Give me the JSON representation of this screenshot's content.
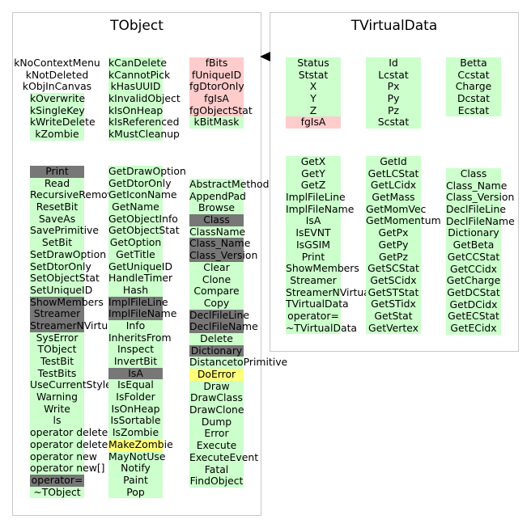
{
  "colors": {
    "method": "#ccffcc",
    "data_member": "#ffcccc",
    "overridden": "#777777",
    "highlighted": "#ffff77",
    "panel_border": "#c8c8c8"
  },
  "tobject": {
    "title": "TObject",
    "col_kbits_a": [
      {
        "text": "kNoContextMenu",
        "kind": "plain"
      },
      {
        "text": "kNotDeleted",
        "kind": "plain"
      },
      {
        "text": "kObjInCanvas",
        "kind": "plain"
      },
      {
        "text": "kOverwrite",
        "kind": "method"
      },
      {
        "text": "kSingleKey",
        "kind": "method"
      },
      {
        "text": "kWriteDelete",
        "kind": "method"
      },
      {
        "text": "kZombie",
        "kind": "method"
      }
    ],
    "col_kbits_b": [
      {
        "text": "kCanDelete",
        "kind": "method"
      },
      {
        "text": "kCannotPick",
        "kind": "method"
      },
      {
        "text": "kHasUUID",
        "kind": "method"
      },
      {
        "text": "kInvalidObject",
        "kind": "method"
      },
      {
        "text": "kIsOnHeap",
        "kind": "method"
      },
      {
        "text": "kIsReferenced",
        "kind": "method"
      },
      {
        "text": "kMustCleanup",
        "kind": "method"
      }
    ],
    "col_members": [
      {
        "text": "fBits",
        "kind": "data_member"
      },
      {
        "text": "fUniqueID",
        "kind": "data_member"
      },
      {
        "text": "fgDtorOnly",
        "kind": "data_member"
      },
      {
        "text": "fgIsA",
        "kind": "data_member"
      },
      {
        "text": "fgObjectStat",
        "kind": "data_member"
      },
      {
        "text": "kBitMask",
        "kind": "method"
      }
    ],
    "col_methods_1": [
      {
        "text": "Print",
        "kind": "overridden"
      },
      {
        "text": "Read",
        "kind": "method"
      },
      {
        "text": "RecursiveRemove",
        "kind": "method"
      },
      {
        "text": "ResetBit",
        "kind": "method"
      },
      {
        "text": "SaveAs",
        "kind": "method"
      },
      {
        "text": "SavePrimitive",
        "kind": "method"
      },
      {
        "text": "SetBit",
        "kind": "method"
      },
      {
        "text": "SetDrawOption",
        "kind": "method"
      },
      {
        "text": "SetDtorOnly",
        "kind": "method"
      },
      {
        "text": "SetObjectStat",
        "kind": "method"
      },
      {
        "text": "SetUniqueID",
        "kind": "method"
      },
      {
        "text": "ShowMembers",
        "kind": "overridden"
      },
      {
        "text": "Streamer",
        "kind": "overridden"
      },
      {
        "text": "StreamerNVirtual",
        "kind": "overridden"
      },
      {
        "text": "SysError",
        "kind": "method"
      },
      {
        "text": "TObject",
        "kind": "method"
      },
      {
        "text": "TestBit",
        "kind": "method"
      },
      {
        "text": "TestBits",
        "kind": "method"
      },
      {
        "text": "UseCurrentStyle",
        "kind": "method"
      },
      {
        "text": "Warning",
        "kind": "method"
      },
      {
        "text": "Write",
        "kind": "method"
      },
      {
        "text": "ls",
        "kind": "method"
      },
      {
        "text": "operator delete",
        "kind": "method"
      },
      {
        "text": "operator delete[]",
        "kind": "method"
      },
      {
        "text": "operator new",
        "kind": "method"
      },
      {
        "text": "operator new[]",
        "kind": "method"
      },
      {
        "text": "operator=",
        "kind": "overridden"
      },
      {
        "text": "~TObject",
        "kind": "method"
      }
    ],
    "col_methods_2": [
      {
        "text": "GetDrawOption",
        "kind": "method"
      },
      {
        "text": "GetDtorOnly",
        "kind": "method"
      },
      {
        "text": "GetIconName",
        "kind": "method"
      },
      {
        "text": "GetName",
        "kind": "method"
      },
      {
        "text": "GetObjectInfo",
        "kind": "method"
      },
      {
        "text": "GetObjectStat",
        "kind": "method"
      },
      {
        "text": "GetOption",
        "kind": "method"
      },
      {
        "text": "GetTitle",
        "kind": "method"
      },
      {
        "text": "GetUniqueID",
        "kind": "method"
      },
      {
        "text": "HandleTimer",
        "kind": "method"
      },
      {
        "text": "Hash",
        "kind": "method"
      },
      {
        "text": "ImplFileLine",
        "kind": "overridden"
      },
      {
        "text": "ImplFileName",
        "kind": "overridden"
      },
      {
        "text": "Info",
        "kind": "method"
      },
      {
        "text": "InheritsFrom",
        "kind": "method"
      },
      {
        "text": "Inspect",
        "kind": "method"
      },
      {
        "text": "InvertBit",
        "kind": "method"
      },
      {
        "text": "IsA",
        "kind": "overridden"
      },
      {
        "text": "IsEqual",
        "kind": "method"
      },
      {
        "text": "IsFolder",
        "kind": "method"
      },
      {
        "text": "IsOnHeap",
        "kind": "method"
      },
      {
        "text": "IsSortable",
        "kind": "method"
      },
      {
        "text": "IsZombie",
        "kind": "method"
      },
      {
        "text": "MakeZombie",
        "kind": "highlighted"
      },
      {
        "text": "MayNotUse",
        "kind": "method"
      },
      {
        "text": "Notify",
        "kind": "method"
      },
      {
        "text": "Paint",
        "kind": "method"
      },
      {
        "text": "Pop",
        "kind": "method"
      }
    ],
    "col_methods_3": [
      {
        "text": "AbstractMethod",
        "kind": "method"
      },
      {
        "text": "AppendPad",
        "kind": "method"
      },
      {
        "text": "Browse",
        "kind": "method"
      },
      {
        "text": "Class",
        "kind": "overridden"
      },
      {
        "text": "ClassName",
        "kind": "method"
      },
      {
        "text": "Class_Name",
        "kind": "overridden"
      },
      {
        "text": "Class_Version",
        "kind": "overridden"
      },
      {
        "text": "Clear",
        "kind": "method"
      },
      {
        "text": "Clone",
        "kind": "method"
      },
      {
        "text": "Compare",
        "kind": "method"
      },
      {
        "text": "Copy",
        "kind": "method"
      },
      {
        "text": "DeclFileLine",
        "kind": "overridden"
      },
      {
        "text": "DeclFileName",
        "kind": "overridden"
      },
      {
        "text": "Delete",
        "kind": "method"
      },
      {
        "text": "Dictionary",
        "kind": "overridden"
      },
      {
        "text": "DistancetoPrimitive",
        "kind": "method"
      },
      {
        "text": "DoError",
        "kind": "highlighted"
      },
      {
        "text": "Draw",
        "kind": "method"
      },
      {
        "text": "DrawClass",
        "kind": "method"
      },
      {
        "text": "DrawClone",
        "kind": "method"
      },
      {
        "text": "Dump",
        "kind": "method"
      },
      {
        "text": "Error",
        "kind": "method"
      },
      {
        "text": "Execute",
        "kind": "method"
      },
      {
        "text": "ExecuteEvent",
        "kind": "method"
      },
      {
        "text": "Fatal",
        "kind": "method"
      },
      {
        "text": "FindObject",
        "kind": "method"
      }
    ]
  },
  "tvirtualdata": {
    "title": "TVirtualData",
    "col_members_1": [
      {
        "text": "Status",
        "kind": "method"
      },
      {
        "text": "Ststat",
        "kind": "method"
      },
      {
        "text": "X",
        "kind": "method"
      },
      {
        "text": "Y",
        "kind": "method"
      },
      {
        "text": "Z",
        "kind": "method"
      },
      {
        "text": "fgIsA",
        "kind": "data_member"
      }
    ],
    "col_members_2": [
      {
        "text": "Id",
        "kind": "method"
      },
      {
        "text": "Lcstat",
        "kind": "method"
      },
      {
        "text": "Px",
        "kind": "method"
      },
      {
        "text": "Py",
        "kind": "method"
      },
      {
        "text": "Pz",
        "kind": "method"
      },
      {
        "text": "Scstat",
        "kind": "method"
      }
    ],
    "col_members_3": [
      {
        "text": "Betta",
        "kind": "method"
      },
      {
        "text": "Ccstat",
        "kind": "method"
      },
      {
        "text": "Charge",
        "kind": "method"
      },
      {
        "text": "Dcstat",
        "kind": "method"
      },
      {
        "text": "Ecstat",
        "kind": "method"
      }
    ],
    "col_methods_1": [
      {
        "text": "GetX",
        "kind": "method"
      },
      {
        "text": "GetY",
        "kind": "method"
      },
      {
        "text": "GetZ",
        "kind": "method"
      },
      {
        "text": "ImplFileLine",
        "kind": "method"
      },
      {
        "text": "ImplFileName",
        "kind": "method"
      },
      {
        "text": "IsA",
        "kind": "method"
      },
      {
        "text": "IsEVNT",
        "kind": "method"
      },
      {
        "text": "IsGSIM",
        "kind": "method"
      },
      {
        "text": "Print",
        "kind": "method"
      },
      {
        "text": "ShowMembers",
        "kind": "method"
      },
      {
        "text": "Streamer",
        "kind": "method"
      },
      {
        "text": "StreamerNVirtual",
        "kind": "method"
      },
      {
        "text": "TVirtualData",
        "kind": "method"
      },
      {
        "text": "operator=",
        "kind": "method"
      },
      {
        "text": "~TVirtualData",
        "kind": "method"
      }
    ],
    "col_methods_2": [
      {
        "text": "GetId",
        "kind": "method"
      },
      {
        "text": "GetLCStat",
        "kind": "method"
      },
      {
        "text": "GetLCidx",
        "kind": "method"
      },
      {
        "text": "GetMass",
        "kind": "method"
      },
      {
        "text": "GetMomVec",
        "kind": "method"
      },
      {
        "text": "GetMomentum",
        "kind": "method"
      },
      {
        "text": "GetPx",
        "kind": "method"
      },
      {
        "text": "GetPy",
        "kind": "method"
      },
      {
        "text": "GetPz",
        "kind": "method"
      },
      {
        "text": "GetSCStat",
        "kind": "method"
      },
      {
        "text": "GetSCidx",
        "kind": "method"
      },
      {
        "text": "GetSTStat",
        "kind": "method"
      },
      {
        "text": "GetSTidx",
        "kind": "method"
      },
      {
        "text": "GetStat",
        "kind": "method"
      },
      {
        "text": "GetVertex",
        "kind": "method"
      }
    ],
    "col_methods_3": [
      {
        "text": "Class",
        "kind": "method"
      },
      {
        "text": "Class_Name",
        "kind": "method"
      },
      {
        "text": "Class_Version",
        "kind": "method"
      },
      {
        "text": "DeclFileLine",
        "kind": "method"
      },
      {
        "text": "DeclFileName",
        "kind": "method"
      },
      {
        "text": "Dictionary",
        "kind": "method"
      },
      {
        "text": "GetBeta",
        "kind": "method"
      },
      {
        "text": "GetCCStat",
        "kind": "method"
      },
      {
        "text": "GetCCidx",
        "kind": "method"
      },
      {
        "text": "GetCharge",
        "kind": "method"
      },
      {
        "text": "GetDCStat",
        "kind": "method"
      },
      {
        "text": "GetDCidx",
        "kind": "method"
      },
      {
        "text": "GetECStat",
        "kind": "method"
      },
      {
        "text": "GetECidx",
        "kind": "method"
      }
    ]
  }
}
